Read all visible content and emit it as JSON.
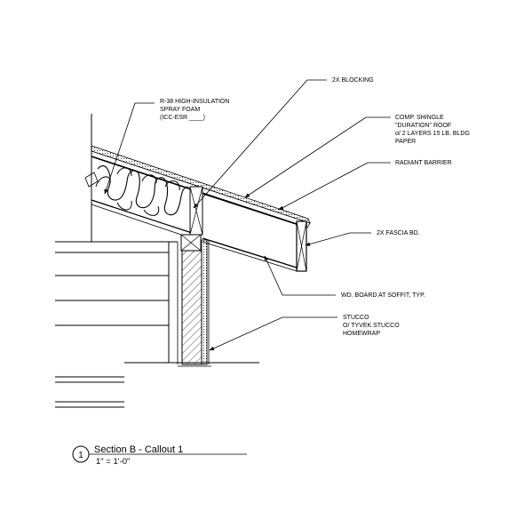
{
  "callouts": {
    "blocking": "2X BLOCKING",
    "spray_foam": [
      "R-38 HIGH-INSULATION",
      "SPRAY FOAM",
      "(ICC-ESR ____)"
    ],
    "shingle": [
      "COMP. SHINGLE",
      "\"DURATION\" ROOF",
      "o/ 2 LAYERS 15 LB. BLDG",
      "PAPER"
    ],
    "radiant_barrier": "RADIANT BARRIER",
    "fascia": "2X FASCIA BD.",
    "soffit": "WD. BOARD AT SOFFIT, TYP.",
    "stucco": [
      "STUCCO",
      "O/ TYVEK STUCCO",
      "HOMEWRAP"
    ]
  },
  "title_block": {
    "number": "1",
    "title": "Section B - Callout 1",
    "scale": "1\" = 1'-0\""
  }
}
